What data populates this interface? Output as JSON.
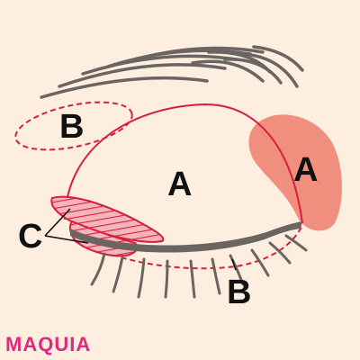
{
  "labels": {
    "inner_lid": "A",
    "outer_corner": "A",
    "brow_zone": "B",
    "lower_lash_line": "B",
    "inner_corner": "C"
  },
  "brand": {
    "name": "MAQUIA"
  },
  "colors": {
    "background": "#fdeee0",
    "outline_red": "#d81e3c",
    "outer_corner_fill": "#ee8472",
    "hatch_fill": "#f3a6ae",
    "lash_gray": "#6b6460",
    "brand_pink": "#e0287d"
  }
}
